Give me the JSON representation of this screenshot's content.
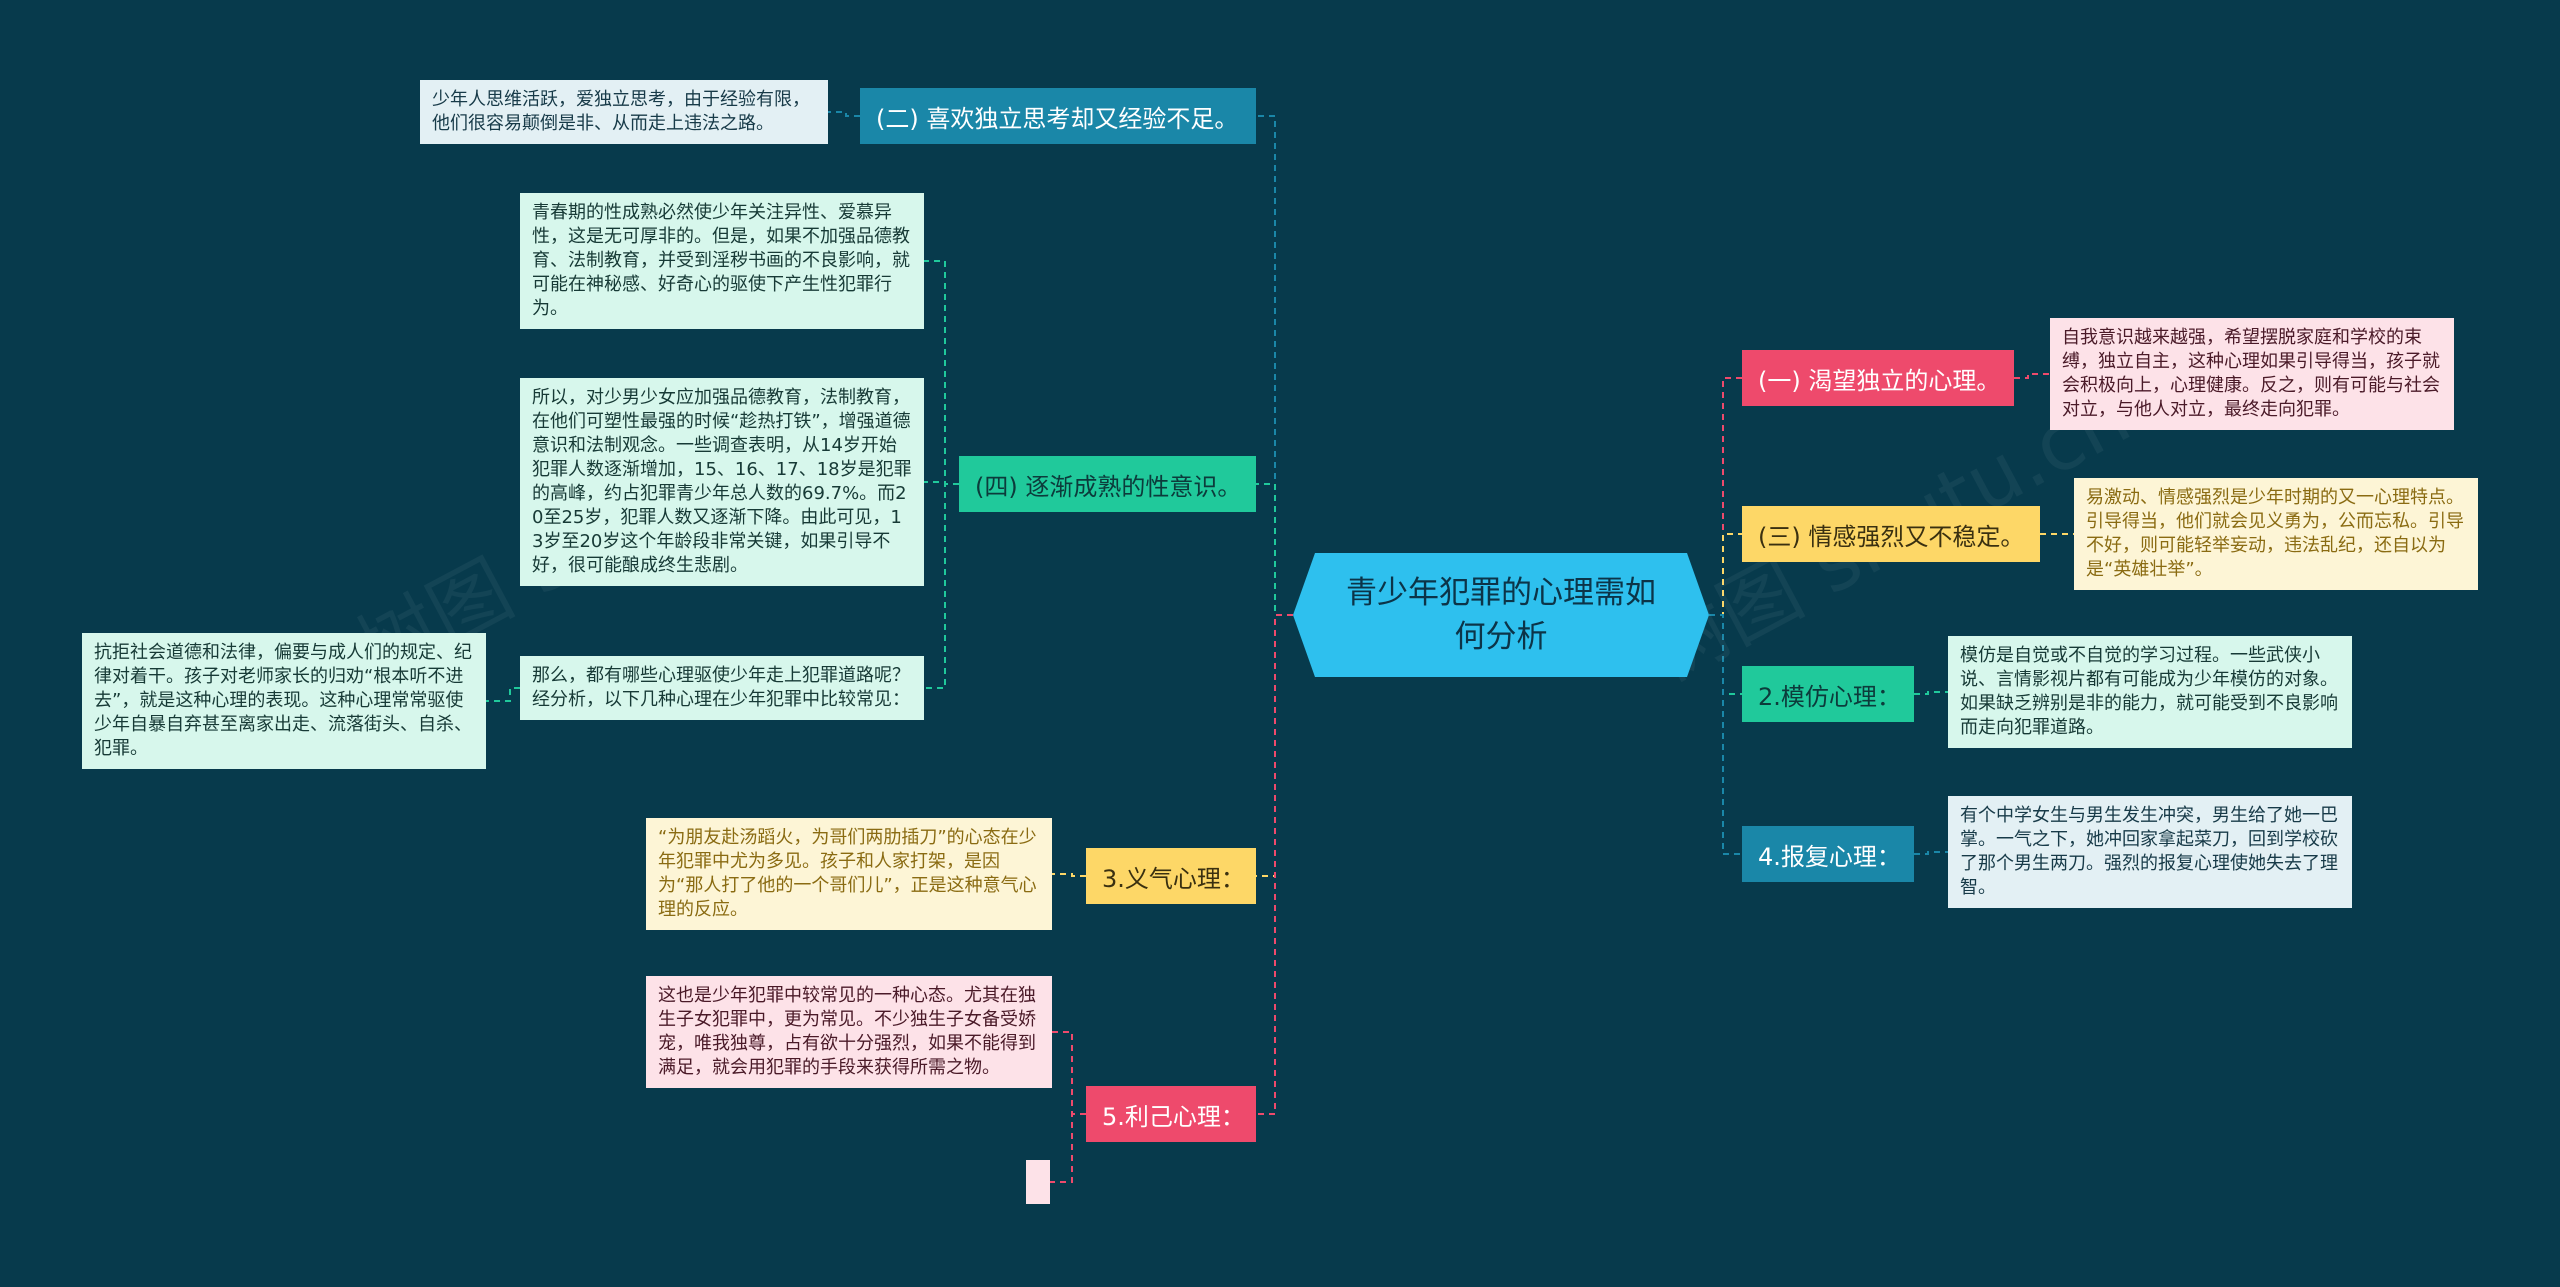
{
  "colors": {
    "background": "#073a4c",
    "center": "#2ec0ee",
    "blue": "#1a87a8",
    "green": "#20c99b",
    "yellow": "#fdd767",
    "pink": "#ee4a6c"
  },
  "center_topic": "青少年犯罪的心理需如何分析",
  "branches": {
    "b1": "(二) 喜欢独立思考却又经验不足。",
    "b2": "(四) 逐渐成熟的性意识。",
    "b3": "3.义气心理：",
    "b4": "5.利己心理：",
    "b5": "(一) 渴望独立的心理。",
    "b6": "(三) 情感强烈又不稳定。",
    "b7": "2.模仿心理：",
    "b8": "4.报复心理："
  },
  "notes": {
    "n1": "少年人思维活跃，爱独立思考，由于经验有限，他们很容易颠倒是非、从而走上违法之路。",
    "n2": "青春期的性成熟必然使少年关注异性、爱慕异性，这是无可厚非的。但是，如果不加强品德教育、法制教育，并受到淫秽书画的不良影响，就可能在神秘感、好奇心的驱使下产生性犯罪行为。",
    "n3": "所以，对少男少女应加强品德教育，法制教育，在他们可塑性最强的时候“趁热打铁”，增强道德意识和法制观念。一些调查表明，从14岁开始犯罪人数逐渐增加，15、16、17、18岁是犯罪的高峰，约占犯罪青少年总人数的69.7%。而20至25岁，犯罪人数又逐渐下降。由此可见，13岁至20岁这个年龄段非常关键，如果引导不好，很可能酿成终生悲剧。",
    "n4": "那么，都有哪些心理驱使少年走上犯罪道路呢？经分析，以下几种心理在少年犯罪中比较常见：",
    "n5": "抗拒社会道德和法律，偏要与成人们的规定、纪律对着干。孩子对老师家长的归劝“根本听不进去”，就是这种心理的表现。这种心理常常驱使少年自暴自弃甚至离家出走、流落街头、自杀、犯罪。",
    "n6": "“为朋友赴汤蹈火，为哥们两肋插刀”的心态在少年犯罪中尤为多见。孩子和人家打架，是因为“那人打了他的一个哥们儿”，正是这种意气心理的反应。",
    "n7": "这也是少年犯罪中较常见的一种心态。尤其在独生子女犯罪中，更为常见。不少独生子女备受娇宠，唯我独尊，占有欲十分强烈，如果不能得到满足，就会用犯罪的手段来获得所需之物。",
    "n8": "",
    "n9": "自我意识越来越强，希望摆脱家庭和学校的束缚，独立自主，这种心理如果引导得当，孩子就会积极向上，心理健康。反之，则有可能与社会对立，与他人对立，最终走向犯罪。",
    "n10": "易激动、情感强烈是少年时期的又一心理特点。引导得当，他们就会见义勇为，公而忘私。引导不好，则可能轻举妄动，违法乱纪，还自以为是“英雄壮举”。",
    "n11": "模仿是自觉或不自觉的学习过程。一些武侠小说、言情影视片都有可能成为少年模仿的对象。如果缺乏辨别是非的能力，就可能受到不良影响而走向犯罪道路。",
    "n12": "有个中学女生与男生发生冲突，男生给了她一巴掌。一气之下，她冲回家拿起菜刀，回到学校砍了那个男生两刀。强烈的报复心理使她失去了理智。"
  }
}
